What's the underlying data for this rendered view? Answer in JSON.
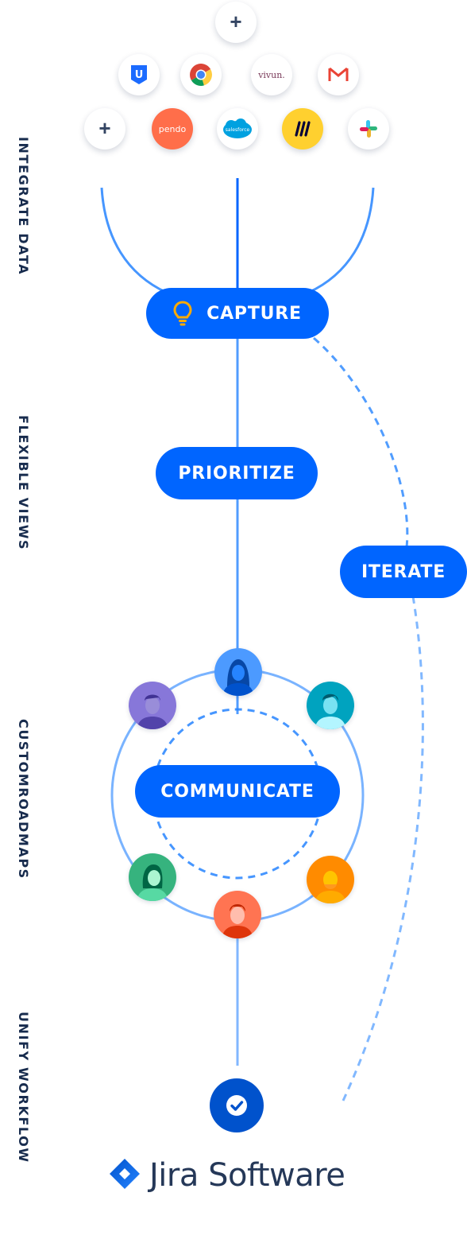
{
  "side_labels": {
    "integrate": "INTEGRATE DATA",
    "views": "FLEXIBLE VIEWS",
    "roadmaps": "CUSTOMROADMAPS",
    "workflow": "UNIFY WORKFLOW"
  },
  "apps": {
    "plus_symbol": "+",
    "pendo": "pendo",
    "salesforce": "salesforce",
    "vivun": "vivun.",
    "uservoice_letter": "U"
  },
  "steps": {
    "capture": "CAPTURE",
    "prioritize": "PRIORITIZE",
    "iterate": "ITERATE",
    "communicate": "COMMUNICATE"
  },
  "brand": {
    "name": "Jira Software"
  },
  "colors": {
    "primary": "#0065ff",
    "dark_blue": "#0052cc",
    "text": "#172b4d",
    "bulb": "#ffab00"
  },
  "icons": {
    "capture": "lightbulb-icon",
    "done": "check-icon",
    "brand": "jira-logo-icon"
  }
}
